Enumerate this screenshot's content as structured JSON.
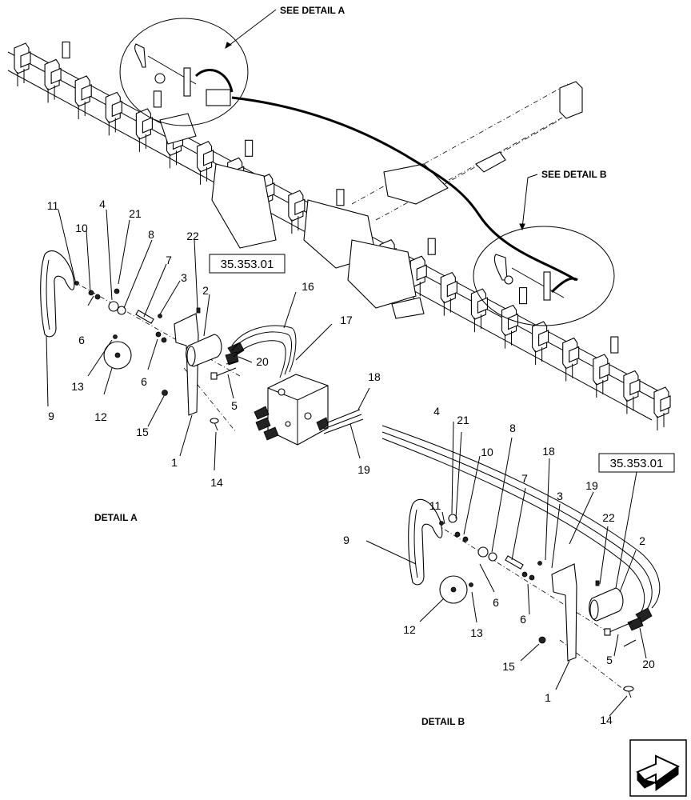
{
  "detail_callouts": {
    "see_a": "SEE DETAIL  A",
    "see_b": "SEE DETAIL  B"
  },
  "detail_titles": {
    "a": "DETAIL A",
    "b": "DETAIL B"
  },
  "references": {
    "a": "35.353.01",
    "b": "35.353.01"
  },
  "detail_a_labels": [
    "11",
    "10",
    "4",
    "21",
    "8",
    "22",
    "7",
    "3",
    "2",
    "16",
    "17",
    "6",
    "13",
    "12",
    "9",
    "6",
    "20",
    "5",
    "18",
    "15",
    "1",
    "14",
    "19"
  ],
  "detail_b_labels": [
    "4",
    "21",
    "10",
    "8",
    "18",
    "7",
    "19",
    "3",
    "11",
    "22",
    "2",
    "9",
    "6",
    "12",
    "13",
    "6",
    "15",
    "5",
    "20",
    "1",
    "14"
  ],
  "nav_icon": "next-page-arrow-icon"
}
